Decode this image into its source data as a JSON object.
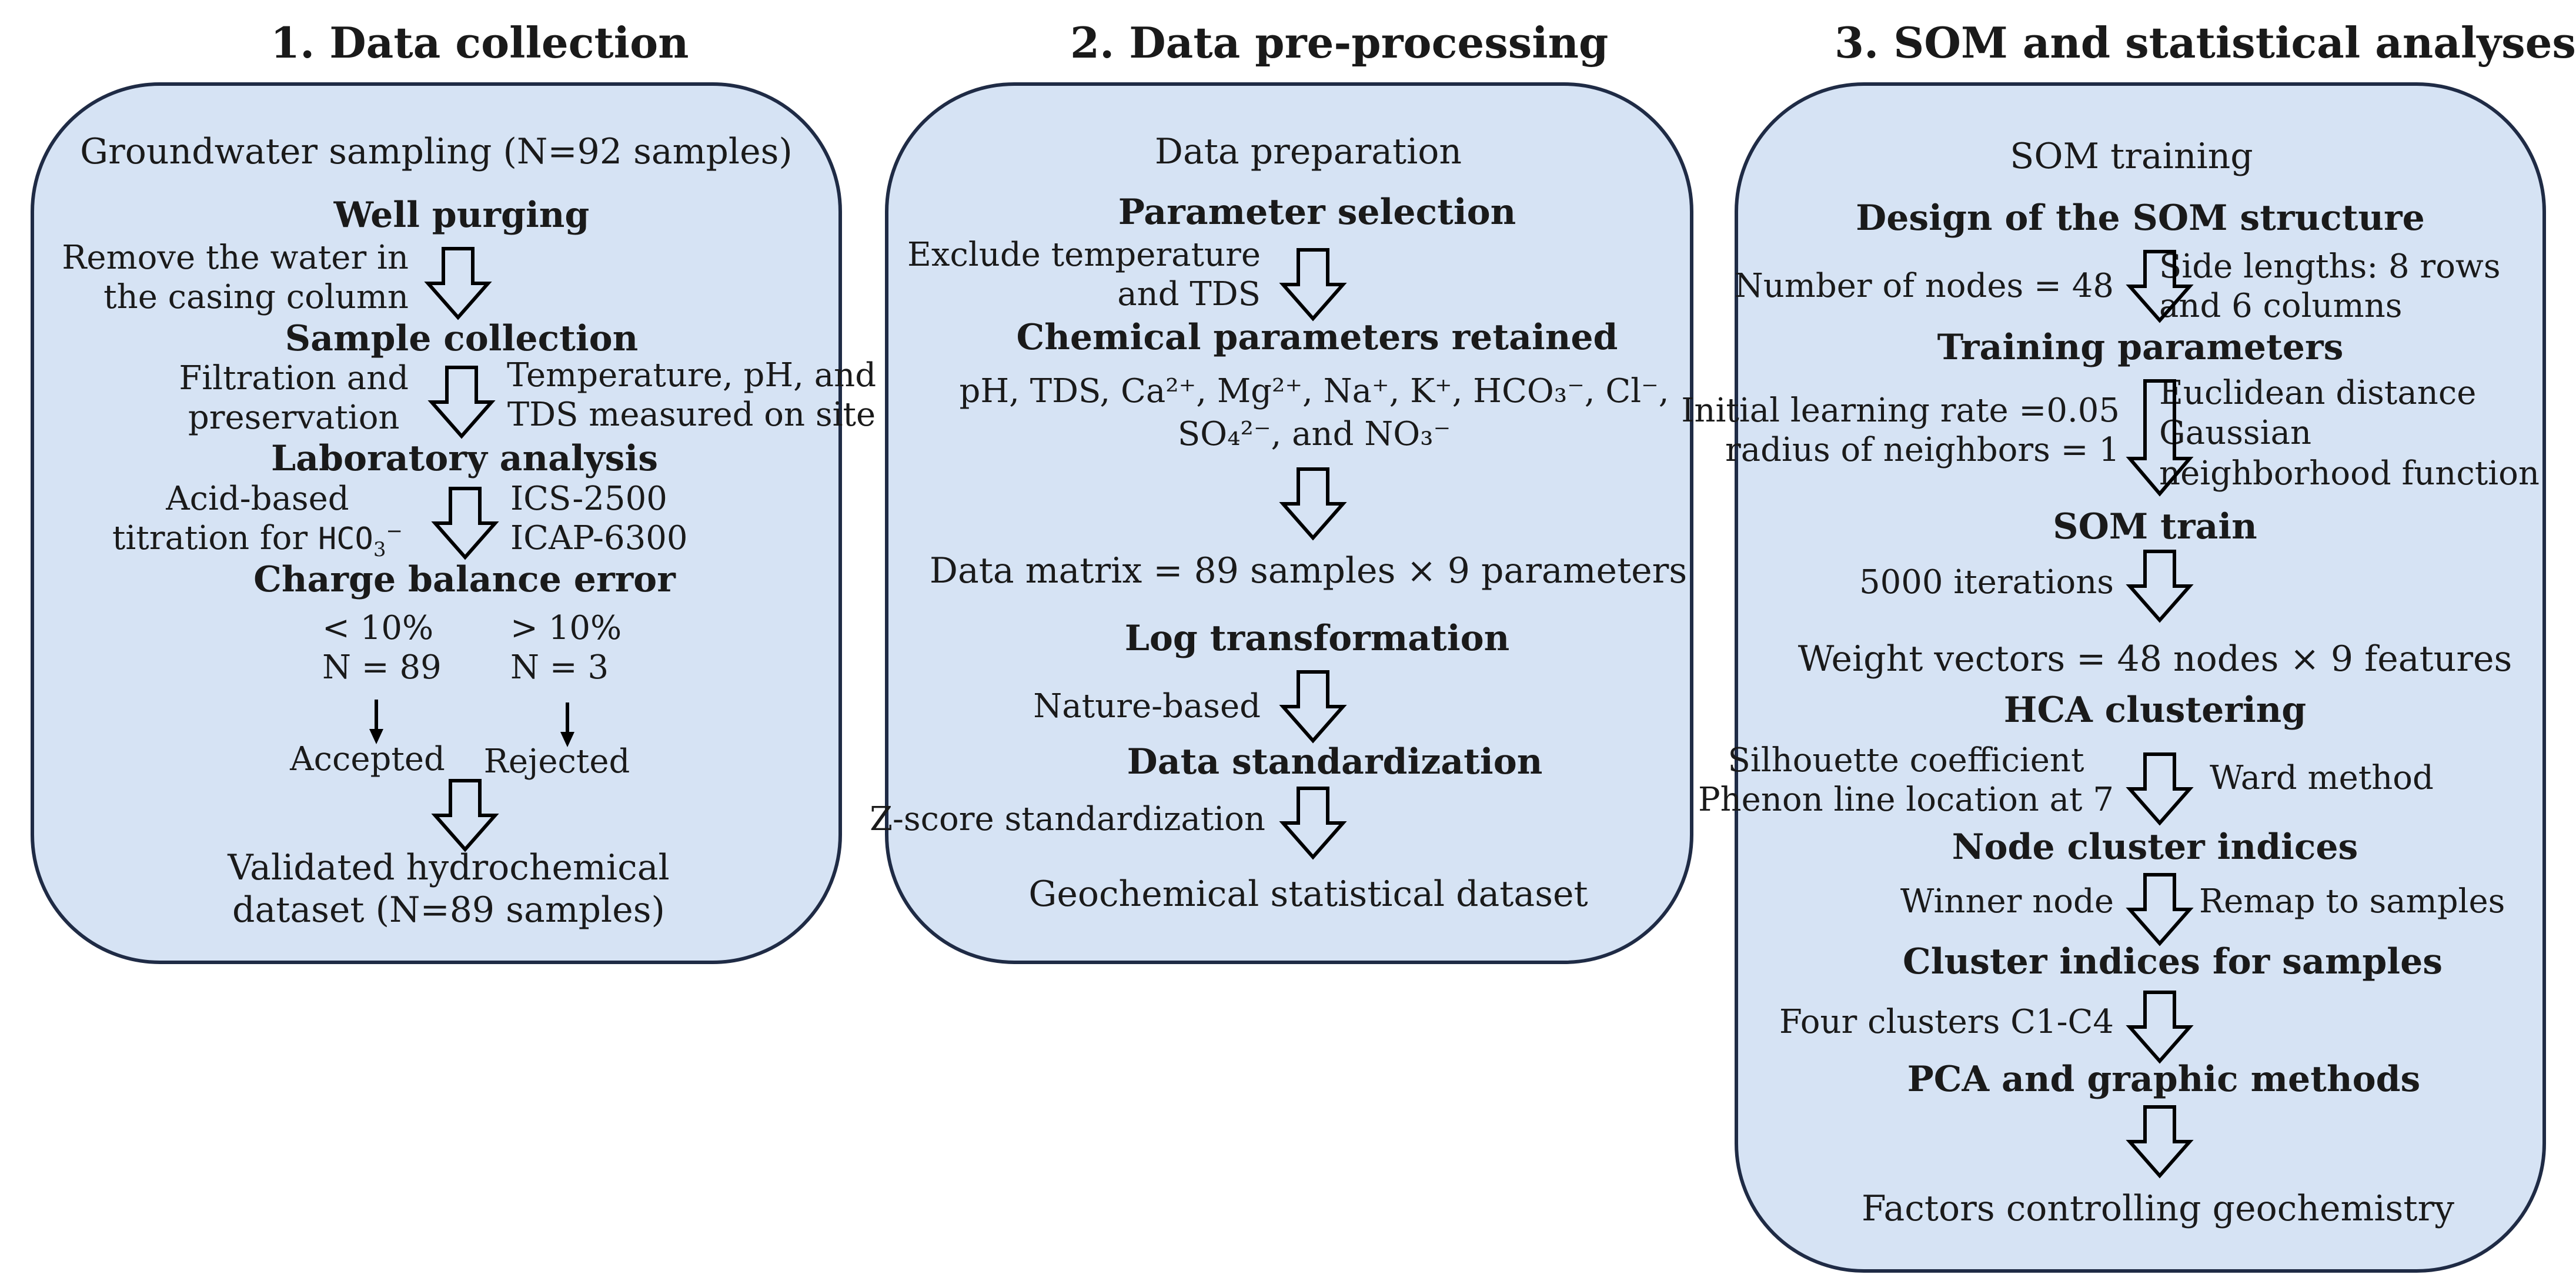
{
  "panels": [
    {
      "title": "1. Data collection",
      "heading": "Groundwater sampling (N=92 samples)",
      "steps": {
        "well_purging": "Well purging",
        "purging_note_1": "Remove the water in",
        "purging_note_2": "the casing column",
        "sample_collection": "Sample collection",
        "filtration_1": "Filtration and",
        "filtration_2": "preservation",
        "onsite_1": "Temperature, pH, and",
        "onsite_2": "TDS measured on site",
        "lab_analysis": "Laboratory analysis",
        "titration_1": "Acid-based",
        "titration_2": "titration for",
        "hco3": "HCO",
        "hco3_sub": "3",
        "hco3_sup": "−",
        "ics": "ICS-2500",
        "icap": "ICAP-6300",
        "cbe": "Charge balance error",
        "lt": "< 10%",
        "n_accept": "N = 89",
        "gt": "> 10%",
        "n_reject": "N = 3",
        "accepted": "Accepted",
        "rejected": "Rejected",
        "validated_1": "Validated hydrochemical",
        "validated_2": "dataset (N=89 samples)"
      }
    },
    {
      "title": "2. Data pre-processing",
      "heading": "Data preparation",
      "steps": {
        "param_selection": "Parameter selection",
        "exclude_1": "Exclude temperature",
        "exclude_2": "and TDS",
        "retained": "Chemical parameters retained",
        "list_line1": "pH, TDS, Ca²⁺, Mg²⁺, Na⁺, K⁺, HCO₃⁻, Cl⁻,",
        "list_line2": "SO₄²⁻, and NO₃⁻",
        "matrix": "Data matrix = 89 samples × 9 parameters",
        "log": "Log transformation",
        "nature": "Nature-based",
        "standardization": "Data standardization",
        "zscore": "Z-score standardization",
        "dataset": "Geochemical statistical dataset"
      }
    },
    {
      "title": "3. SOM and statistical analyses",
      "heading": "SOM training",
      "steps": {
        "design": "Design of the SOM structure",
        "nodes": "Number of nodes = 48",
        "side_1": "Side lengths: 8 rows",
        "side_2": "and 6 columns",
        "training_params": "Training parameters",
        "lr": "Initial learning rate =0.05",
        "radius": "radius of neighbors = 1",
        "euclid": "Euclidean distance",
        "gauss_1": "Gaussian",
        "gauss_2": "neighborhood function",
        "train": "SOM train",
        "iterations": "5000 iterations",
        "weights": "Weight vectors = 48 nodes × 9 features",
        "hca": "HCA clustering",
        "silhouette": "Silhouette coefficient",
        "phenon": "Phenon line location at 7",
        "ward": "Ward method",
        "node_indices": "Node cluster indices",
        "winner": "Winner node",
        "remap": "Remap to samples",
        "sample_indices": "Cluster indices for samples",
        "four": "Four clusters C1-C4",
        "pca": "PCA and graphic methods",
        "factors": "Factors controlling geochemistry"
      }
    }
  ]
}
